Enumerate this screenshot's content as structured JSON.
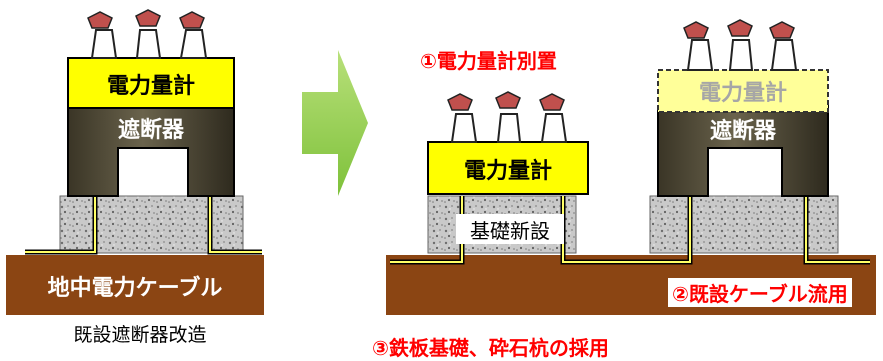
{
  "colors": {
    "soil": "#8b4513",
    "soil_dark": "#6b3410",
    "meter_yellow": "#ffff00",
    "breaker_dark": "#4a4332",
    "annotation_red": "#ff0000",
    "arrow_green": "#92d050"
  },
  "left": {
    "meter_label": "電力量計",
    "breaker_label": "遮断器",
    "cable_label": "地中電力ケーブル",
    "caption": "既設遮断器改造"
  },
  "right": {
    "new_meter_label": "電力量計",
    "new_foundation_label": "基礎新設",
    "removed_meter_label": "電力量計",
    "breaker_label": "遮断器"
  },
  "annotations": {
    "separate_meter": "①電力量計別置",
    "reuse_cable": "②既設ケーブル流用",
    "steel_plate": "③鉄板基礎、砕石杭の採用"
  }
}
